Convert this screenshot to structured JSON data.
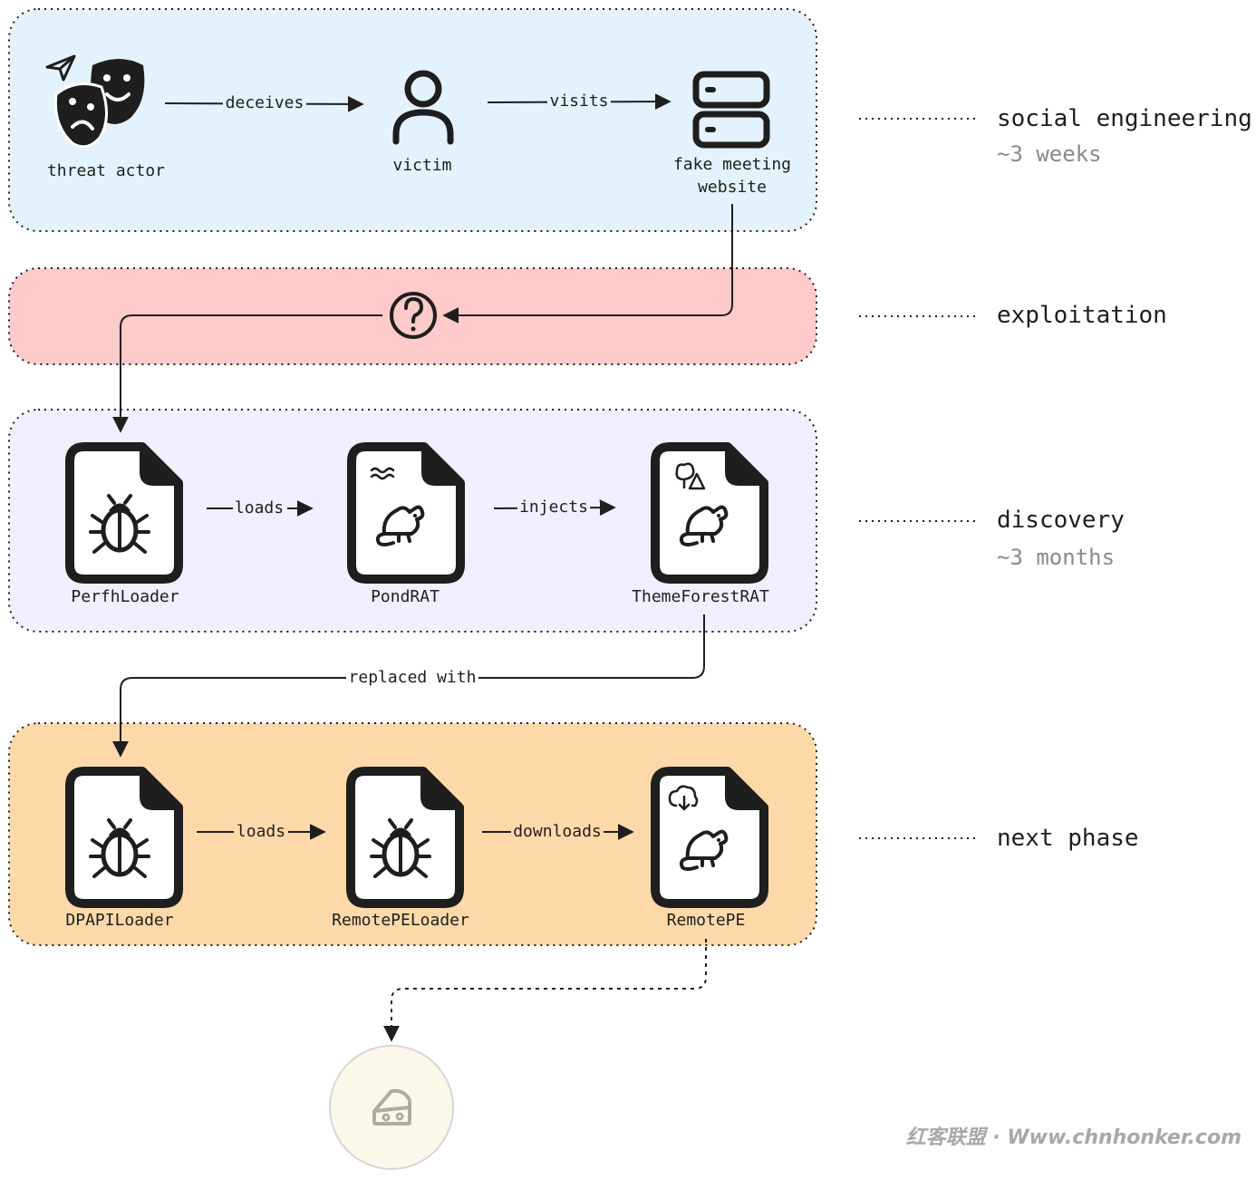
{
  "colors": {
    "social": "#e3f2fc",
    "exploit": "#ffcaca",
    "discovery": "#efefff",
    "next": "#fdd9a9",
    "stroke": "#1e1e1e",
    "muted": "#8a8a8a",
    "end_fill": "#fbf8ea"
  },
  "nodes": {
    "threat_actor": {
      "label": "threat actor",
      "icon": "masks-icon"
    },
    "victim": {
      "label": "victim",
      "icon": "person-icon"
    },
    "fake_site": {
      "label_line1": "fake meeting",
      "label_line2": "website",
      "icon": "server-icon"
    },
    "unknown": {
      "icon": "question-icon"
    },
    "perfhloader": {
      "label": "PerfhLoader",
      "icon": "bug-file-icon"
    },
    "pondrat": {
      "label": "PondRAT",
      "icon": "rat-file-icon"
    },
    "themeforestrat": {
      "label": "ThemeForestRAT",
      "icon": "rat-file-icon"
    },
    "dpapiloader": {
      "label": "DPAPILoader",
      "icon": "bug-file-icon"
    },
    "remotepeloader": {
      "label": "RemotePELoader",
      "icon": "bug-file-icon"
    },
    "remotepe": {
      "label": "RemotePE",
      "icon": "rat-file-icon"
    },
    "next_stage": {
      "icon": "cheese-icon"
    }
  },
  "edges": {
    "deceives": "deceives",
    "visits": "visits",
    "loads1": "loads",
    "injects": "injects",
    "replaced_with": "replaced with",
    "loads2": "loads",
    "downloads": "downloads"
  },
  "phases": {
    "social": {
      "name": "social engineering",
      "duration": "~3 weeks"
    },
    "exploitation": {
      "name": "exploitation"
    },
    "discovery": {
      "name": "discovery",
      "duration": "~3 months"
    },
    "next": {
      "name": "next phase"
    }
  },
  "watermark": "红客联盟 · Www.chnhonker.com"
}
